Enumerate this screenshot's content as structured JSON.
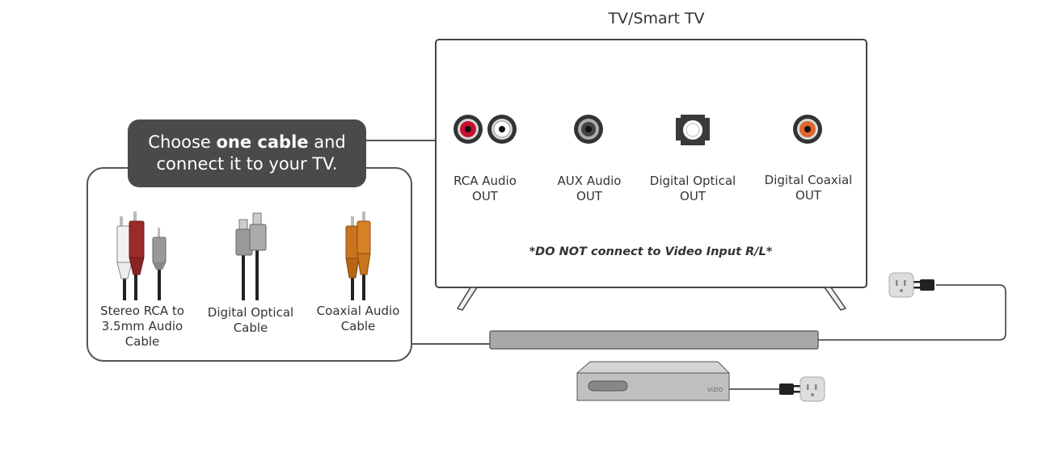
{
  "tv": {
    "title": "TV/Smart TV"
  },
  "ports": [
    {
      "line1": "RCA Audio",
      "line2": "OUT"
    },
    {
      "line1": "AUX Audio",
      "line2": "OUT"
    },
    {
      "line1": "Digital Optical",
      "line2": "OUT"
    },
    {
      "line1": "Digital Coaxial",
      "line2": "OUT"
    }
  ],
  "warning": "*DO NOT connect to Video Input R/L*",
  "callout": {
    "pre": "Choose ",
    "bold": "one cable",
    "post": " and",
    "line2": "connect it to your TV."
  },
  "cables": [
    {
      "line1": "Stereo RCA to",
      "line2": "3.5mm Audio",
      "line3": "Cable"
    },
    {
      "line1": "Digital Optical",
      "line2": "Cable"
    },
    {
      "line1": "Coaxial Audio",
      "line2": "Cable"
    }
  ],
  "soundbar_brand": "VIZIO",
  "colors": {
    "callout_bg": "#4a4a4a",
    "rca_red": "#c8102e",
    "coax_orange": "#e0662b",
    "cable_orange": "#c9741e",
    "cable_red": "#9c2a2a"
  }
}
